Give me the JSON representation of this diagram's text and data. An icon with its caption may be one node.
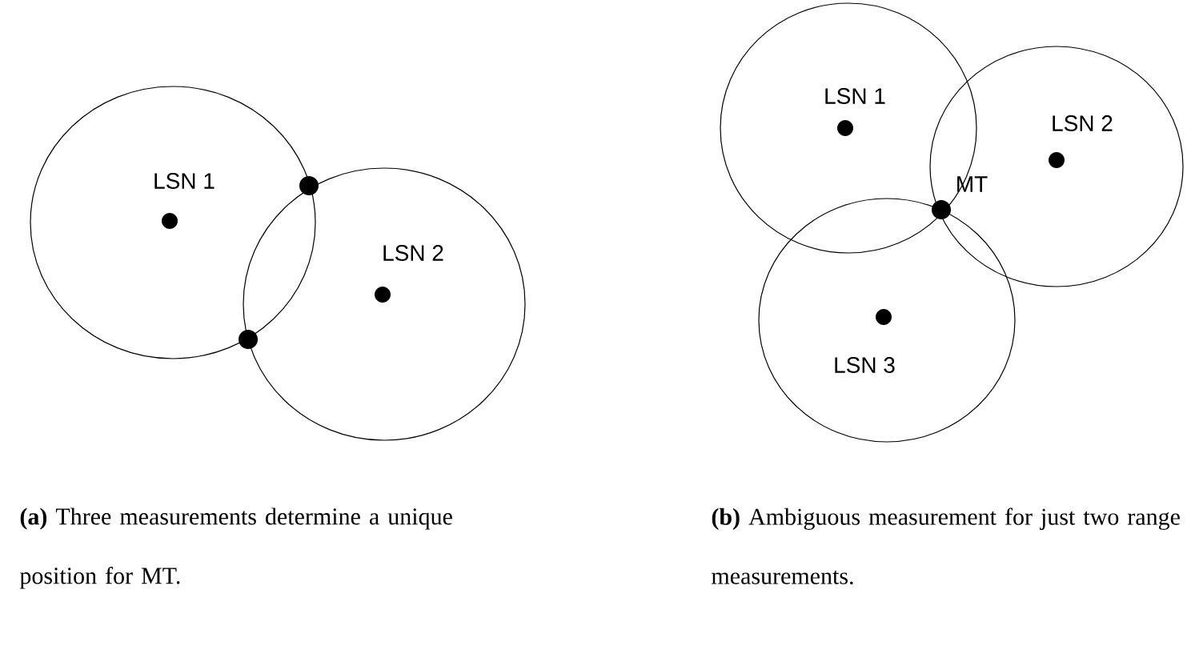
{
  "diagram": {
    "nodes": [
      {
        "text": [
          "LSN 1"
        ]
      },
      {
        "text": [
          "LSN 2"
        ]
      },
      {
        "text": [
          "LSN 1"
        ]
      },
      {
        "text": [
          "LSN 2"
        ]
      },
      {
        "text": [
          "LSN 3"
        ]
      }
    ],
    "edges": [],
    "labels": [
      "MT",
      "**(a)** Three measurements determine a unique position for MT.",
      "**(b)** Ambiguous measurement for just two range measurements."
    ]
  }
}
